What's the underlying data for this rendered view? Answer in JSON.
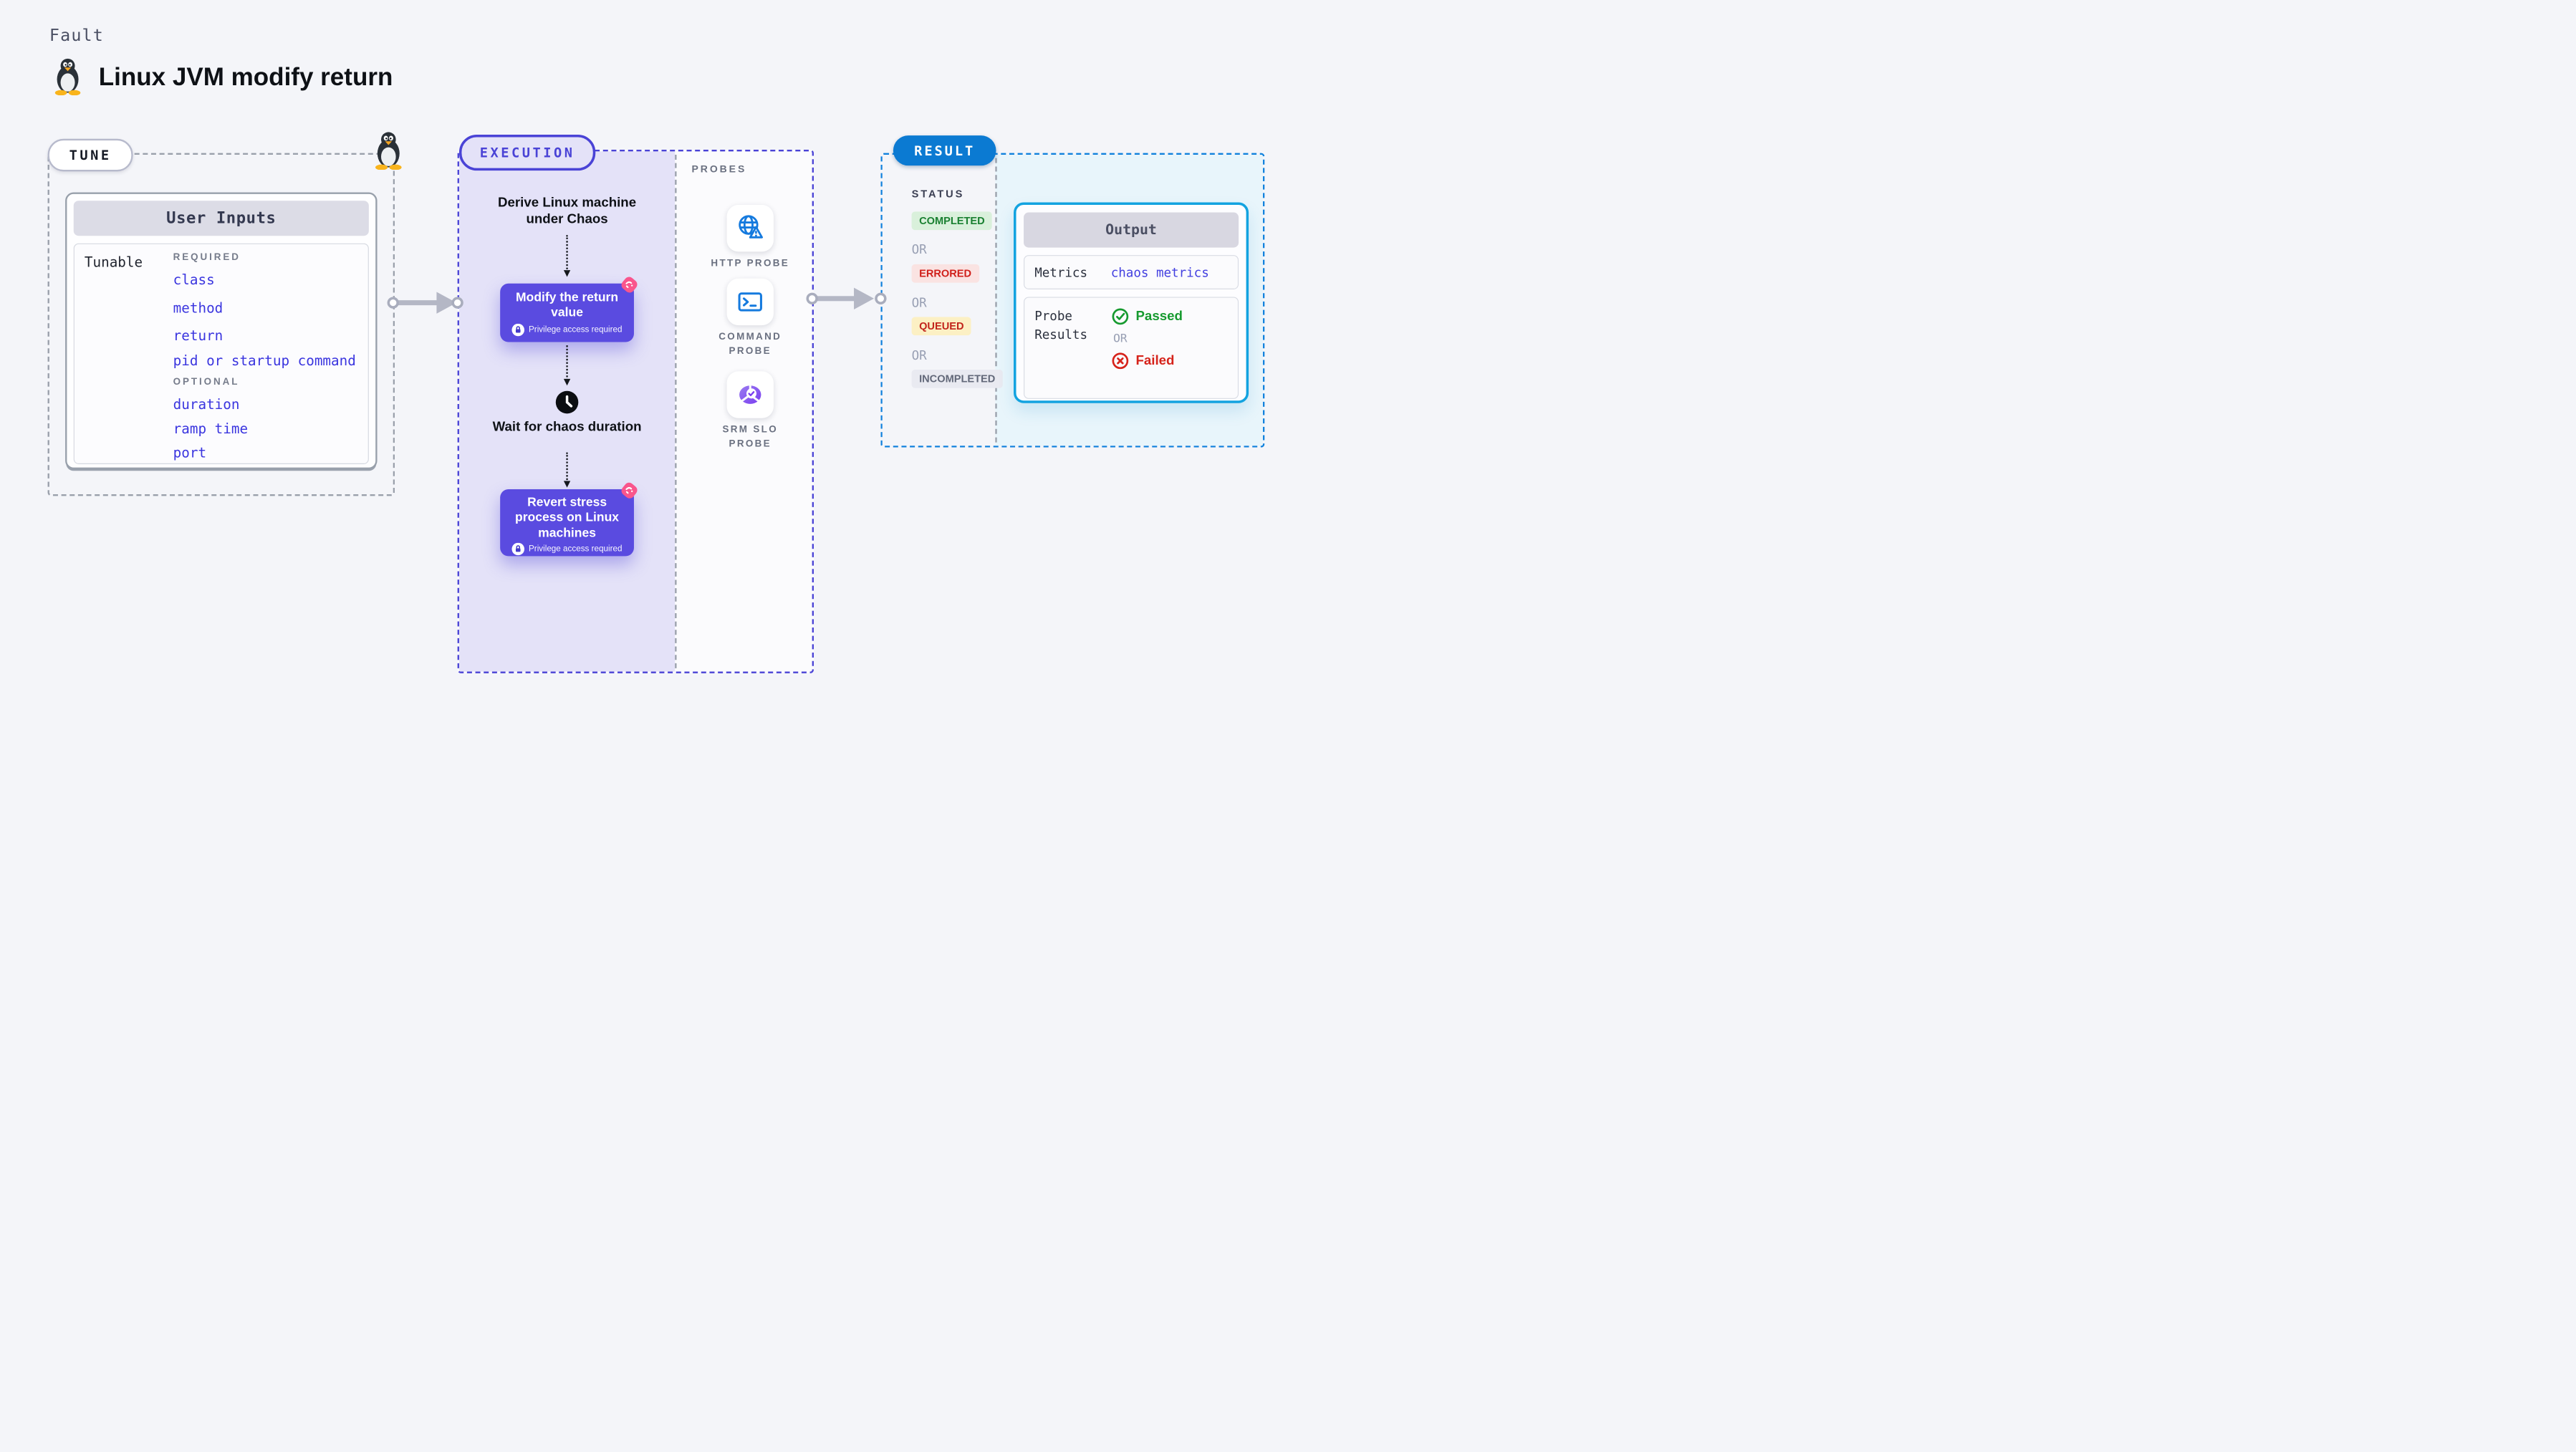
{
  "page": {
    "fault_label": "Fault",
    "title": "Linux JVM modify return"
  },
  "tune": {
    "label": "TUNE",
    "user_inputs": {
      "title": "User Inputs",
      "row_label": "Tunable",
      "required_label": "REQUIRED",
      "required_items": [
        "class",
        "method",
        "return",
        "pid or startup command"
      ],
      "optional_label": "OPTIONAL",
      "optional_items": [
        "duration",
        "ramp time",
        "port"
      ]
    }
  },
  "execution": {
    "label": "EXECUTION",
    "steps": {
      "derive": "Derive Linux machine under Chaos",
      "node1": "Modify the return value",
      "privilege": "Privilege access required",
      "wait": "Wait for chaos duration",
      "node2": "Revert stress process on Linux machines"
    }
  },
  "probes": {
    "label": "PROBES",
    "items": [
      {
        "label": "HTTP PROBE",
        "icon": "globe-alert-icon"
      },
      {
        "label": "COMMAND PROBE",
        "icon": "terminal-icon"
      },
      {
        "label": "SRM SLO PROBE",
        "icon": "slo-gauge-icon"
      }
    ]
  },
  "result": {
    "label": "RESULT",
    "status_label": "STATUS",
    "or_label": "OR",
    "statuses": [
      {
        "label": "COMPLETED",
        "text_color": "#1a8031",
        "bg_color": "#d9f0db"
      },
      {
        "label": "ERRORED",
        "text_color": "#d01f1a",
        "bg_color": "#fae3e2"
      },
      {
        "label": "QUEUED",
        "text_color": "#c2251c",
        "bg_color": "#fcf0c4"
      },
      {
        "label": "INCOMPLETED",
        "text_color": "#626879",
        "bg_color": "#e9eaf1"
      }
    ],
    "output": {
      "title": "Output",
      "metrics_label": "Metrics",
      "metrics_value": "chaos metrics",
      "probe_results_label": "Probe Results",
      "passed_label": "Passed",
      "or_label": "OR",
      "failed_label": "Failed"
    }
  },
  "colors": {
    "page_bg": "#f4f5f9",
    "accent_indigo": "#4a43d6",
    "lavender_bg": "#e4e2f8",
    "node_purple": "#5a4be0",
    "pink_badge": "#f9558c",
    "probe_blue": "#157ade",
    "result_border_blue": "#1181dd",
    "result_pill_blue": "#0b7ad2",
    "output_border_cyan": "#13a3e0",
    "output_bg_cyan": "#e8f5fb",
    "param_link_blue": "#3a35df",
    "passed_green": "#169a2f",
    "failed_red": "#d6231b"
  }
}
